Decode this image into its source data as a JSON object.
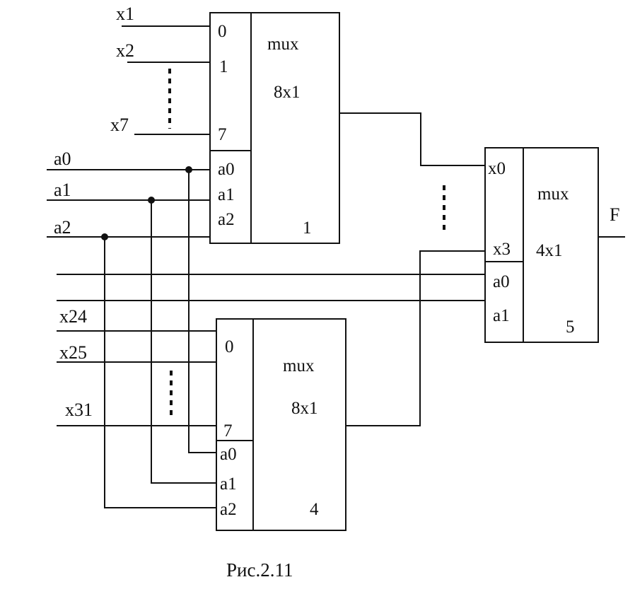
{
  "caption": "Рис.2.11",
  "mux1": {
    "title": "mux",
    "size": "8x1",
    "number": "1",
    "data_pins": [
      "0",
      "1",
      "7"
    ],
    "select_pins": [
      "a0",
      "a1",
      "a2"
    ],
    "inputs": [
      "x1",
      "x2",
      "x7"
    ]
  },
  "mux4": {
    "title": "mux",
    "size": "8x1",
    "number": "4",
    "data_pins": [
      "0",
      "7"
    ],
    "select_pins": [
      "a0",
      "a1",
      "a2"
    ],
    "inputs": [
      "x24",
      "x25",
      "x31"
    ]
  },
  "mux5": {
    "title": "mux",
    "size": "4x1",
    "number": "5",
    "data_pins": [
      "x0",
      "x3"
    ],
    "select_pins": [
      "a0",
      "a1"
    ],
    "output": "F"
  },
  "select_lines": [
    "a0",
    "a1",
    "a2"
  ]
}
